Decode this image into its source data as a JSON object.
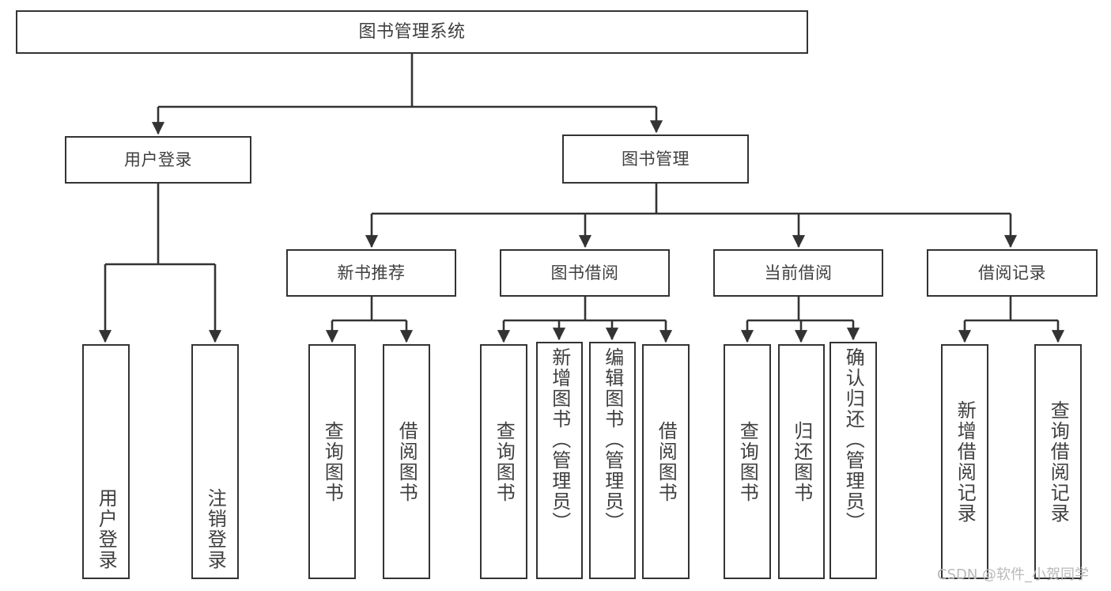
{
  "diagram": {
    "title": "图书管理系统",
    "type": "tree",
    "root": {
      "id": "root",
      "label": "图书管理系统"
    },
    "level2": [
      {
        "id": "user-login",
        "label": "用户登录"
      },
      {
        "id": "book-manage",
        "label": "图书管理"
      }
    ],
    "level3": [
      {
        "id": "new-book-recommend",
        "label": "新书推荐",
        "parent": "book-manage"
      },
      {
        "id": "book-borrow",
        "label": "图书借阅",
        "parent": "book-manage"
      },
      {
        "id": "current-borrow",
        "label": "当前借阅",
        "parent": "book-manage"
      },
      {
        "id": "borrow-record",
        "label": "借阅记录",
        "parent": "book-manage"
      }
    ],
    "leaves": [
      {
        "id": "leaf-user-login",
        "label": "用户登录",
        "parent": "user-login"
      },
      {
        "id": "leaf-user-logout",
        "label": "注销登录",
        "parent": "user-login"
      },
      {
        "id": "leaf-query-book-1",
        "label": "查询图书",
        "parent": "new-book-recommend"
      },
      {
        "id": "leaf-borrow-book-1",
        "label": "借阅图书",
        "parent": "new-book-recommend"
      },
      {
        "id": "leaf-query-book-2",
        "label": "查询图书",
        "parent": "book-borrow"
      },
      {
        "id": "leaf-add-book",
        "label": "新增图书（管理员）",
        "parent": "book-borrow"
      },
      {
        "id": "leaf-edit-book",
        "label": "编辑图书（管理员）",
        "parent": "book-borrow"
      },
      {
        "id": "leaf-borrow-book-2",
        "label": "借阅图书",
        "parent": "book-borrow"
      },
      {
        "id": "leaf-query-book-3",
        "label": "查询图书",
        "parent": "current-borrow"
      },
      {
        "id": "leaf-return-book",
        "label": "归还图书",
        "parent": "current-borrow"
      },
      {
        "id": "leaf-confirm-return",
        "label": "确认归还（管理员）",
        "parent": "current-borrow"
      },
      {
        "id": "leaf-add-record",
        "label": "新增借阅记录",
        "parent": "borrow-record"
      },
      {
        "id": "leaf-query-record",
        "label": "查询借阅记录",
        "parent": "borrow-record"
      }
    ],
    "colors": {
      "stroke": "#333333",
      "text": "#3f3f3f",
      "background": "#ffffff",
      "watermark": "#b9b9b9"
    }
  },
  "watermark": {
    "text": "CSDN @软件_小贺同学"
  }
}
